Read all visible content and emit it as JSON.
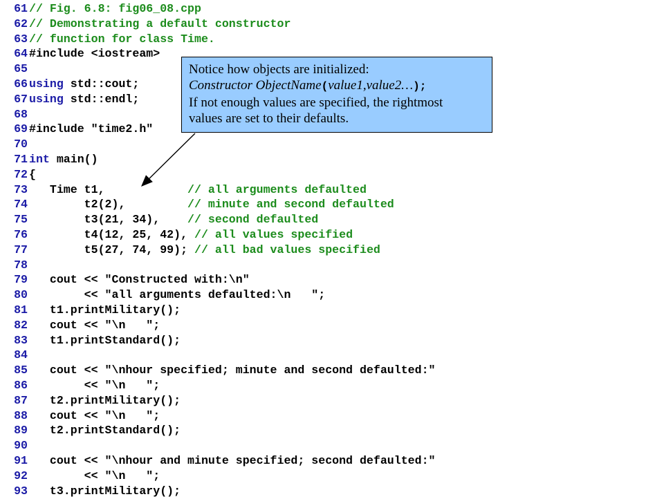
{
  "code_lines": [
    {
      "num": "61",
      "parts": [
        {
          "t": "// Fig. 6.8: fig06_08.cpp",
          "c": "cm"
        }
      ]
    },
    {
      "num": "62",
      "parts": [
        {
          "t": "// Demonstrating a default constructor",
          "c": "cm"
        }
      ]
    },
    {
      "num": "63",
      "parts": [
        {
          "t": "// function for class Time.",
          "c": "cm"
        }
      ]
    },
    {
      "num": "64",
      "parts": [
        {
          "t": "#include <iostream>",
          "c": "tx"
        }
      ]
    },
    {
      "num": "65",
      "parts": []
    },
    {
      "num": "66",
      "parts": [
        {
          "t": "using",
          "c": "kw"
        },
        {
          "t": " std::cout;",
          "c": "tx"
        }
      ]
    },
    {
      "num": "67",
      "parts": [
        {
          "t": "using",
          "c": "kw"
        },
        {
          "t": " std::endl;",
          "c": "tx"
        }
      ]
    },
    {
      "num": "68",
      "parts": []
    },
    {
      "num": "69",
      "parts": [
        {
          "t": "#include \"time2.h\"",
          "c": "tx"
        }
      ]
    },
    {
      "num": "70",
      "parts": []
    },
    {
      "num": "71",
      "parts": [
        {
          "t": "int",
          "c": "kw"
        },
        {
          "t": " main()",
          "c": "tx"
        }
      ]
    },
    {
      "num": "72",
      "parts": [
        {
          "t": "{",
          "c": "tx"
        }
      ]
    },
    {
      "num": "73",
      "parts": [
        {
          "t": "   Time t1,            ",
          "c": "tx"
        },
        {
          "t": "// all arguments defaulted",
          "c": "cm"
        }
      ]
    },
    {
      "num": "74",
      "parts": [
        {
          "t": "        t2(2),         ",
          "c": "tx"
        },
        {
          "t": "// minute and second defaulted",
          "c": "cm"
        }
      ]
    },
    {
      "num": "75",
      "parts": [
        {
          "t": "        t3(21, 34),    ",
          "c": "tx"
        },
        {
          "t": "// second defaulted",
          "c": "cm"
        }
      ]
    },
    {
      "num": "76",
      "parts": [
        {
          "t": "        t4(12, 25, 42), ",
          "c": "tx"
        },
        {
          "t": "// all values specified",
          "c": "cm"
        }
      ]
    },
    {
      "num": "77",
      "parts": [
        {
          "t": "        t5(27, 74, 99); ",
          "c": "tx"
        },
        {
          "t": "// all bad values specified",
          "c": "cm"
        }
      ]
    },
    {
      "num": "78",
      "parts": []
    },
    {
      "num": "79",
      "parts": [
        {
          "t": "   cout << \"Constructed with:\\n\"",
          "c": "tx"
        }
      ]
    },
    {
      "num": "80",
      "parts": [
        {
          "t": "        << \"all arguments defaulted:\\n   \";",
          "c": "tx"
        }
      ]
    },
    {
      "num": "81",
      "parts": [
        {
          "t": "   t1.printMilitary();",
          "c": "tx"
        }
      ]
    },
    {
      "num": "82",
      "parts": [
        {
          "t": "   cout << \"\\n   \";",
          "c": "tx"
        }
      ]
    },
    {
      "num": "83",
      "parts": [
        {
          "t": "   t1.printStandard();",
          "c": "tx"
        }
      ]
    },
    {
      "num": "84",
      "parts": []
    },
    {
      "num": "85",
      "parts": [
        {
          "t": "   cout << \"\\nhour specified; minute and second defaulted:\"",
          "c": "tx"
        }
      ]
    },
    {
      "num": "86",
      "parts": [
        {
          "t": "        << \"\\n   \";",
          "c": "tx"
        }
      ]
    },
    {
      "num": "87",
      "parts": [
        {
          "t": "   t2.printMilitary();",
          "c": "tx"
        }
      ]
    },
    {
      "num": "88",
      "parts": [
        {
          "t": "   cout << \"\\n   \";",
          "c": "tx"
        }
      ]
    },
    {
      "num": "89",
      "parts": [
        {
          "t": "   t2.printStandard();",
          "c": "tx"
        }
      ]
    },
    {
      "num": "90",
      "parts": []
    },
    {
      "num": "91",
      "parts": [
        {
          "t": "   cout << \"\\nhour and minute specified; second defaulted:\"",
          "c": "tx"
        }
      ]
    },
    {
      "num": "92",
      "parts": [
        {
          "t": "        << \"\\n   \";",
          "c": "tx"
        }
      ]
    },
    {
      "num": "93",
      "parts": [
        {
          "t": "   t3.printMilitary();",
          "c": "tx"
        }
      ]
    }
  ],
  "callout": {
    "line1": "Notice how objects are initialized:",
    "line2_a": "Constructor ObjectName",
    "line2_b": "(",
    "line2_c": "value1,value2…",
    "line2_d": ");",
    "line3": "If not enough values are specified, the rightmost",
    "line4": "values are set to their defaults."
  },
  "colors": {
    "line_number": "#1a1aa6",
    "keyword": "#1a1aa6",
    "comment": "#1c8c1c",
    "text": "#000000",
    "callout_bg": "#99ccff"
  }
}
